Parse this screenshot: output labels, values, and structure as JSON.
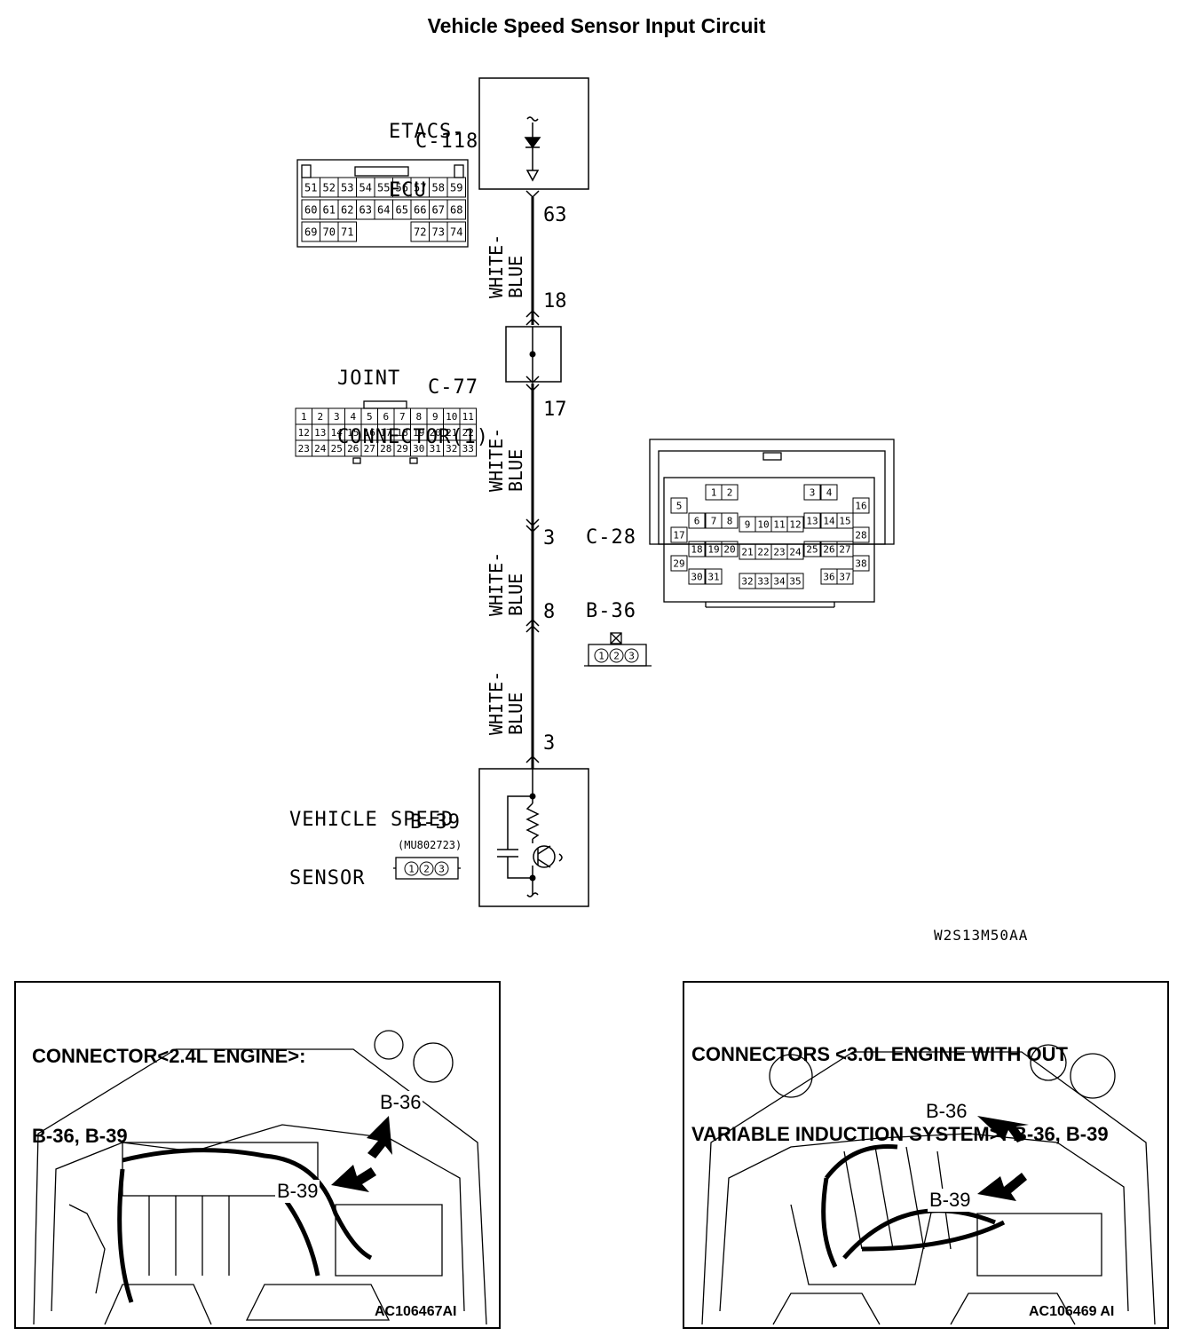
{
  "title": "Vehicle Speed Sensor Input Circuit",
  "etacs": {
    "name_line1": "ETACS-",
    "name_line2": "ECU",
    "connector": "C-118",
    "pins": [
      "51",
      "52",
      "53",
      "54",
      "55",
      "56",
      "57",
      "58",
      "59",
      "60",
      "61",
      "62",
      "63",
      "64",
      "65",
      "66",
      "67",
      "68",
      "69",
      "70",
      "71",
      "72",
      "73",
      "74"
    ]
  },
  "joint": {
    "name_line1": "JOINT",
    "name_line2": "CONNECTOR(1)",
    "connector": "C-77",
    "pins": [
      "1",
      "2",
      "3",
      "4",
      "5",
      "6",
      "7",
      "8",
      "9",
      "10",
      "11",
      "12",
      "13",
      "14",
      "15",
      "16",
      "17",
      "18",
      "19",
      "20",
      "21",
      "22",
      "23",
      "24",
      "25",
      "26",
      "27",
      "28",
      "29",
      "30",
      "31",
      "32",
      "33"
    ]
  },
  "c28": {
    "connector": "C-28",
    "pins": [
      "1",
      "2",
      "3",
      "4",
      "5",
      "6",
      "7",
      "8",
      "9",
      "10",
      "11",
      "12",
      "13",
      "14",
      "15",
      "16",
      "17",
      "18",
      "19",
      "20",
      "21",
      "22",
      "23",
      "24",
      "25",
      "26",
      "27",
      "28",
      "29",
      "30",
      "31",
      "32",
      "33",
      "34",
      "35",
      "36",
      "37",
      "38"
    ]
  },
  "b36": {
    "connector": "B-36",
    "pins": [
      "1",
      "2",
      "3"
    ]
  },
  "sensor": {
    "name_line1": "VEHICLE SPEED",
    "name_line2": "SENSOR",
    "connector": "B-39",
    "part_no": "(MU802723)",
    "pins": [
      "1",
      "2",
      "3"
    ]
  },
  "wire": {
    "color_line1": "WHITE-",
    "color_line2": "BLUE"
  },
  "pin_numbers": {
    "ecu_out": "63",
    "joint_in": "18",
    "joint_out": "17",
    "c28": "3",
    "b36": "8",
    "sensor": "3"
  },
  "diagram_code": "W2S13M50AA",
  "panel_left": {
    "title_line1": "CONNECTOR<2.4L ENGINE>:",
    "title_line2": "B-36, B-39",
    "tag_b36": "B-36",
    "tag_b39": "B-39",
    "code": "AC106467AI"
  },
  "panel_right": {
    "title_line1": "CONNECTORS <3.0L ENGINE WITH OUT",
    "title_line2": "VARIABLE INDUCTION SYSTEM>: B-36, B-39",
    "tag_b36": "B-36",
    "tag_b39": "B-39",
    "code": "AC106469 AI"
  }
}
